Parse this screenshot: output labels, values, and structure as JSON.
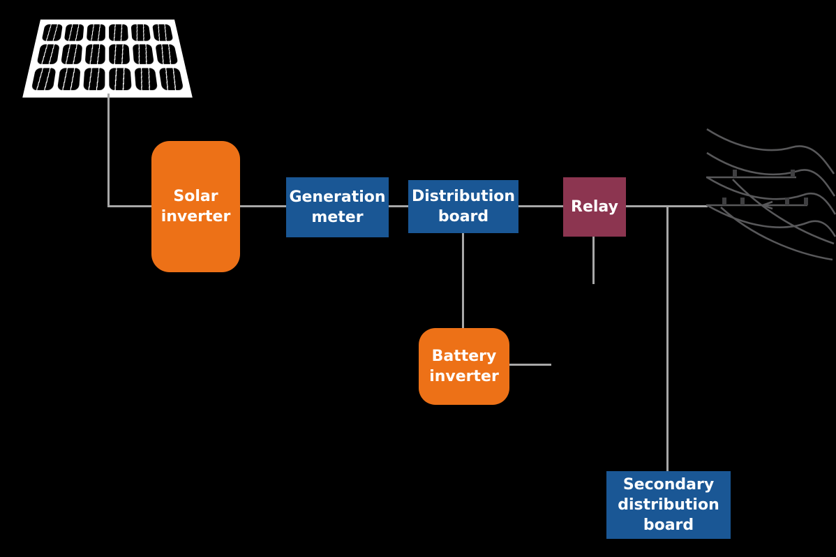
{
  "diagram": {
    "nodes": {
      "solar_inverter": {
        "label": "Solar inverter",
        "color": "#ED7117"
      },
      "generation_meter": {
        "label": "Generation meter",
        "color": "#1A5795"
      },
      "distribution_board": {
        "label": "Distribution board",
        "color": "#1A5795"
      },
      "relay": {
        "label": "Relay",
        "color": "#8C3550"
      },
      "battery_inverter": {
        "label": "Battery inverter",
        "color": "#ED7117"
      },
      "secondary_distribution_board": {
        "label": "Secondary distribution board",
        "color": "#1A5795"
      }
    },
    "icons": {
      "solar_panel": "solar-panel-icon",
      "power_lines": "power-lines-icon"
    },
    "colors": {
      "background": "#000000",
      "connector_line": "#A8A8A8",
      "power_lines": "#58585A",
      "node_text": "#FFFFFF"
    }
  }
}
